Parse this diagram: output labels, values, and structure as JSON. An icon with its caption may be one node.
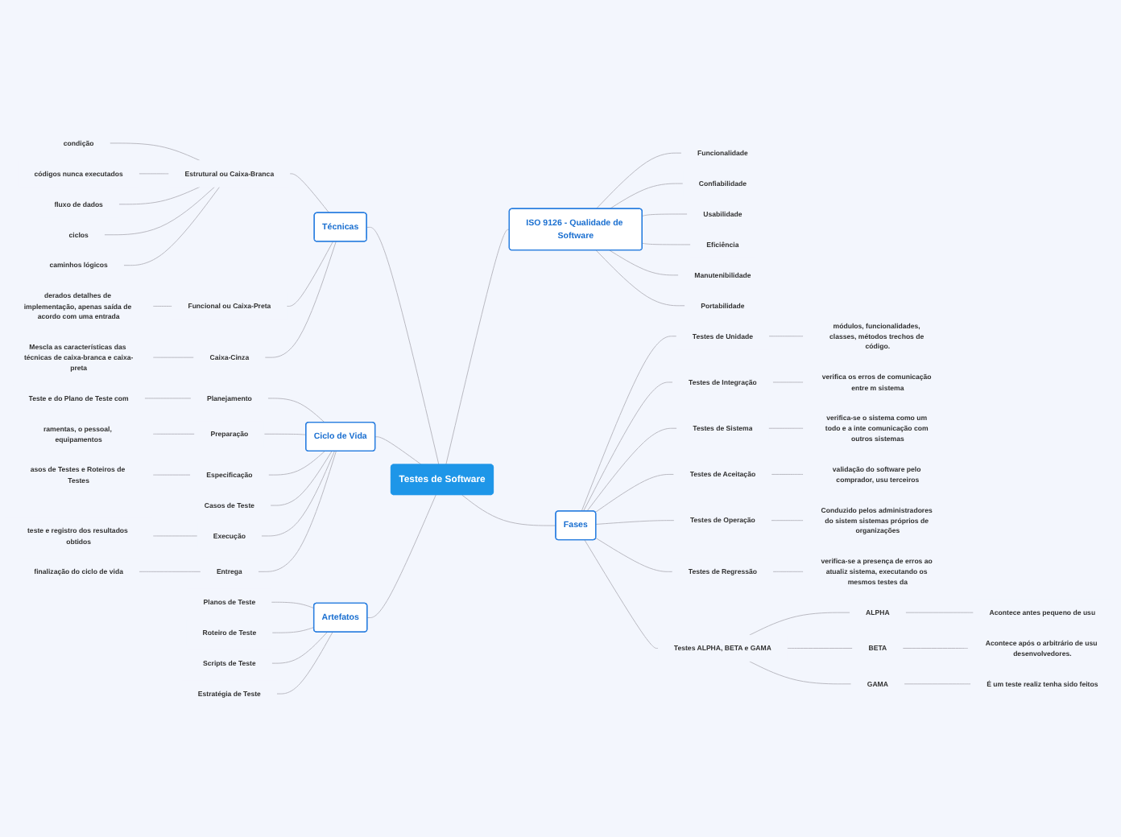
{
  "diagram": {
    "nodes": [
      {
        "text": [
          "Testes de Software"
        ]
      },
      {
        "text": [
          "Técnicas"
        ]
      },
      {
        "text": [
          "Estrutural ou Caixa-Branca"
        ]
      },
      {
        "text": [
          "condição"
        ]
      },
      {
        "text": [
          "códigos nunca executados"
        ]
      },
      {
        "text": [
          "fluxo de dados"
        ]
      },
      {
        "text": [
          "ciclos"
        ]
      },
      {
        "text": [
          "caminhos lógicos"
        ]
      },
      {
        "text": [
          "Funcional ou Caixa-Preta"
        ]
      },
      {
        "text": [
          "derados detalhes de implementação, apenas saída de acordo com uma entrada"
        ]
      },
      {
        "text": [
          "Caixa-Cinza"
        ]
      },
      {
        "text": [
          "Mescla as características das técnicas de caixa-branca e caixa-preta"
        ]
      },
      {
        "text": [
          "Ciclo de Vida"
        ]
      },
      {
        "text": [
          "Planejamento"
        ]
      },
      {
        "text": [
          "Teste e do Plano de Teste com"
        ]
      },
      {
        "text": [
          "Preparação"
        ]
      },
      {
        "text": [
          "ramentas, o pessoal, equipamentos"
        ]
      },
      {
        "text": [
          "Especificação"
        ]
      },
      {
        "text": [
          "asos de Testes e Roteiros de Testes"
        ]
      },
      {
        "text": [
          "Casos de Teste"
        ]
      },
      {
        "text": [
          "Execução"
        ]
      },
      {
        "text": [
          "teste e registro dos resultados obtidos"
        ]
      },
      {
        "text": [
          "Entrega"
        ]
      },
      {
        "text": [
          "finalização do ciclo de vida"
        ]
      },
      {
        "text": [
          "Artefatos"
        ]
      },
      {
        "text": [
          "Planos de Teste"
        ]
      },
      {
        "text": [
          "Roteiro de Teste"
        ]
      },
      {
        "text": [
          "Scripts de Teste"
        ]
      },
      {
        "text": [
          "Estratégia de Teste"
        ]
      },
      {
        "text": [
          "ISO 9126 - Qualidade de Software"
        ]
      },
      {
        "text": [
          "Funcionalidade"
        ]
      },
      {
        "text": [
          "Confiabilidade"
        ]
      },
      {
        "text": [
          "Usabilidade"
        ]
      },
      {
        "text": [
          "Eficiência"
        ]
      },
      {
        "text": [
          "Manutenibilidade"
        ]
      },
      {
        "text": [
          "Portabilidade"
        ]
      },
      {
        "text": [
          "Fases"
        ]
      },
      {
        "text": [
          "Testes de Unidade"
        ]
      },
      {
        "text": [
          "módulos, funcionalidades, classes, métodos trechos de código."
        ]
      },
      {
        "text": [
          "Testes de Integração"
        ]
      },
      {
        "text": [
          "verifica os erros de comunicação entre m sistema"
        ]
      },
      {
        "text": [
          "Testes de Sistema"
        ]
      },
      {
        "text": [
          "verifica-se o sistema como um todo e a inte comunicação com outros sistemas"
        ]
      },
      {
        "text": [
          "Testes de Aceitação"
        ]
      },
      {
        "text": [
          "validação do software pelo comprador, usu terceiros"
        ]
      },
      {
        "text": [
          "Testes de Operação"
        ]
      },
      {
        "text": [
          "Conduzido pelos administradores do sistem sistemas próprios de organizações"
        ]
      },
      {
        "text": [
          "Testes de Regressão"
        ]
      },
      {
        "text": [
          "verifica-se a presença de erros ao atualiz sistema, executando os mesmos testes da"
        ]
      },
      {
        "text": [
          "Testes ALPHA, BETA e GAMA"
        ]
      },
      {
        "text": [
          "ALPHA"
        ]
      },
      {
        "text": [
          "Acontece antes pequeno de usu"
        ]
      },
      {
        "text": [
          "BETA"
        ]
      },
      {
        "text": [
          "Acontece após o arbitrário de usu desenvolvedores."
        ]
      },
      {
        "text": [
          "GAMA"
        ]
      },
      {
        "text": [
          "É um teste realiz tenha sido feitos"
        ]
      }
    ],
    "edges": [
      {
        "from": 1,
        "to": 0,
        "arrow": "none"
      },
      {
        "from": 2,
        "to": 1,
        "arrow": "none"
      },
      {
        "from": 3,
        "to": 2,
        "arrow": "none"
      },
      {
        "from": 4,
        "to": 2,
        "arrow": "none"
      },
      {
        "from": 5,
        "to": 2,
        "arrow": "none"
      },
      {
        "from": 6,
        "to": 2,
        "arrow": "none"
      },
      {
        "from": 7,
        "to": 2,
        "arrow": "none"
      },
      {
        "from": 8,
        "to": 1,
        "arrow": "none"
      },
      {
        "from": 9,
        "to": 8,
        "arrow": "none"
      },
      {
        "from": 10,
        "to": 1,
        "arrow": "none"
      },
      {
        "from": 11,
        "to": 10,
        "arrow": "none"
      },
      {
        "from": 12,
        "to": 0,
        "arrow": "none"
      },
      {
        "from": 13,
        "to": 12,
        "arrow": "none"
      },
      {
        "from": 14,
        "to": 13,
        "arrow": "none"
      },
      {
        "from": 15,
        "to": 12,
        "arrow": "none"
      },
      {
        "from": 16,
        "to": 15,
        "arrow": "none"
      },
      {
        "from": 17,
        "to": 12,
        "arrow": "none"
      },
      {
        "from": 18,
        "to": 17,
        "arrow": "none"
      },
      {
        "from": 19,
        "to": 12,
        "arrow": "none"
      },
      {
        "from": 20,
        "to": 12,
        "arrow": "none"
      },
      {
        "from": 21,
        "to": 20,
        "arrow": "none"
      },
      {
        "from": 22,
        "to": 12,
        "arrow": "none"
      },
      {
        "from": 23,
        "to": 22,
        "arrow": "none"
      },
      {
        "from": 24,
        "to": 0,
        "arrow": "none"
      },
      {
        "from": 25,
        "to": 24,
        "arrow": "none"
      },
      {
        "from": 26,
        "to": 24,
        "arrow": "none"
      },
      {
        "from": 27,
        "to": 24,
        "arrow": "none"
      },
      {
        "from": 28,
        "to": 24,
        "arrow": "none"
      },
      {
        "from": 0,
        "to": 29,
        "arrow": "none"
      },
      {
        "from": 29,
        "to": 30,
        "arrow": "none"
      },
      {
        "from": 29,
        "to": 31,
        "arrow": "none"
      },
      {
        "from": 29,
        "to": 32,
        "arrow": "none"
      },
      {
        "from": 29,
        "to": 33,
        "arrow": "none"
      },
      {
        "from": 29,
        "to": 34,
        "arrow": "none"
      },
      {
        "from": 29,
        "to": 35,
        "arrow": "none"
      },
      {
        "from": 0,
        "to": 36,
        "arrow": "none"
      },
      {
        "from": 36,
        "to": 37,
        "arrow": "none"
      },
      {
        "from": 37,
        "to": 38,
        "arrow": "none"
      },
      {
        "from": 36,
        "to": 39,
        "arrow": "none"
      },
      {
        "from": 39,
        "to": 40,
        "arrow": "none"
      },
      {
        "from": 36,
        "to": 41,
        "arrow": "none"
      },
      {
        "from": 41,
        "to": 42,
        "arrow": "none"
      },
      {
        "from": 36,
        "to": 43,
        "arrow": "none"
      },
      {
        "from": 43,
        "to": 44,
        "arrow": "none"
      },
      {
        "from": 36,
        "to": 45,
        "arrow": "none"
      },
      {
        "from": 45,
        "to": 46,
        "arrow": "none"
      },
      {
        "from": 36,
        "to": 47,
        "arrow": "none"
      },
      {
        "from": 47,
        "to": 48,
        "arrow": "none"
      },
      {
        "from": 36,
        "to": 49,
        "arrow": "none"
      },
      {
        "from": 49,
        "to": 50,
        "arrow": "none"
      },
      {
        "from": 50,
        "to": 51,
        "arrow": "none"
      },
      {
        "from": 49,
        "to": 52,
        "arrow": "none"
      },
      {
        "from": 52,
        "to": 53,
        "arrow": "none"
      },
      {
        "from": 49,
        "to": 54,
        "arrow": "none"
      },
      {
        "from": 54,
        "to": 55,
        "arrow": "none"
      }
    ]
  }
}
